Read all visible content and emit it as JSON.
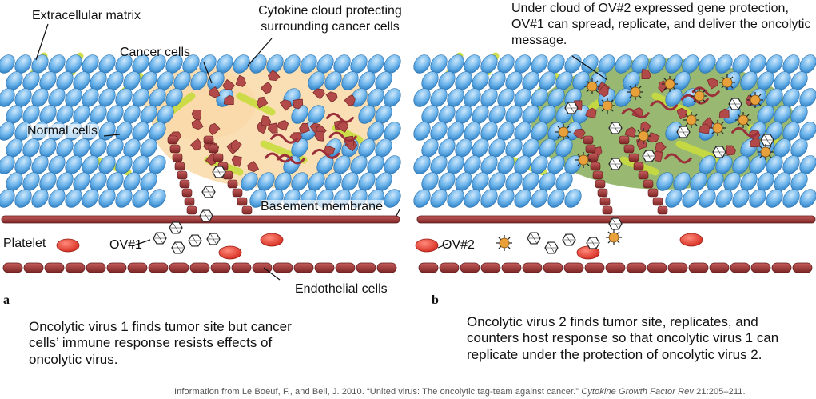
{
  "panel_a": {
    "letter": "a",
    "labels": {
      "extracellular_matrix": "Extracellular matrix",
      "cancer_cells": "Cancer cells",
      "cytokine_cloud": "Cytokine cloud protecting surrounding cancer cells",
      "normal_cells": "Normal cells",
      "basement_membrane": "Basement membrane",
      "platelet": "Platelet",
      "ov1": "OV#1",
      "endothelial_cells": "Endothelial cells"
    },
    "caption": "Oncolytic virus 1 finds tumor site but cancer cells’ immune response resists effects of oncolytic virus."
  },
  "panel_b": {
    "letter": "b",
    "labels": {
      "ov2_cloud": "Under cloud of OV#2 expressed gene protection, OV#1 can spread, replicate, and deliver the oncolytic message.",
      "ov2": "OV#2"
    },
    "caption": "Oncolytic virus 2 finds tumor site, replicates, and counters host response so that oncolytic virus 1 can replicate under the protection of oncolytic virus 2."
  },
  "credit": {
    "text": "Information from Le Boeuf, F., and Bell, J. 2010. “United virus: The oncolytic tag-team against cancer.”",
    "journal": "Cytokine Growth Factor Rev",
    "pages": "21:205–211."
  },
  "colors": {
    "normal_cell": "#5aa9e6",
    "cancer_cell": "#b34a4a",
    "cytokine_cloud": "#f9d9a8",
    "ov2_cloud": "#7fa84f",
    "matrix": "#c9dc3e",
    "platelet": "#e23b2e",
    "endothelial": "#9c3a3a",
    "ov2_virus": "#e8a13a"
  }
}
